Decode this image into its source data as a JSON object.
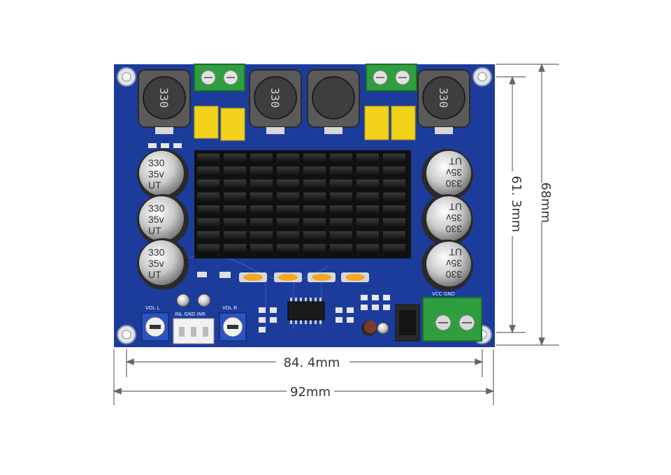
{
  "dimensions": {
    "board_width": "92mm",
    "hole_spacing_x": "84. 4mm",
    "board_height": "68mm",
    "hole_spacing_y": "61. 3mm"
  },
  "capacitors": {
    "value": "330",
    "voltage": "35v",
    "series": "UT"
  },
  "inductor_marking": "330",
  "silkscreen": {
    "vol_left": "VOL L",
    "vol_right": "VOL R",
    "input_header": "INL GND INR",
    "power_label": "VCC GND"
  },
  "colors": {
    "pcb": "#1c3c9c",
    "heatsink": "#151515",
    "terminal": "#2f9e3e",
    "film_cap": "#f2d21b",
    "dimension_line": "#666666"
  }
}
